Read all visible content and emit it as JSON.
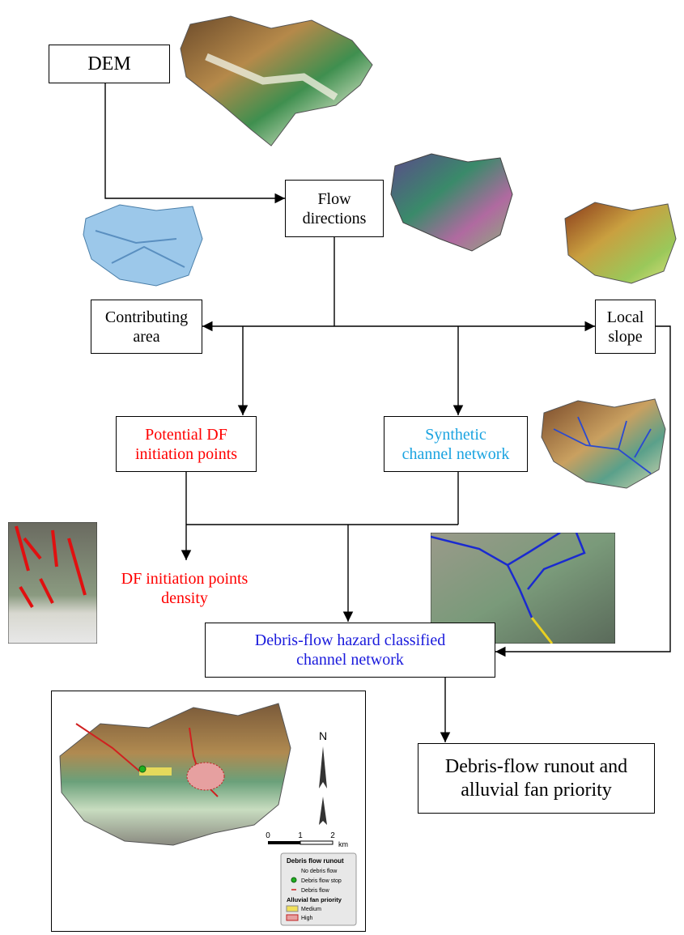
{
  "nodes": {
    "dem": "DEM",
    "flow_directions": "Flow\ndirections",
    "contributing_area": "Contributing\narea",
    "local_slope": "Local\nslope",
    "potential_df": "Potential DF\ninitiation points",
    "synthetic_channel": "Synthetic\nchannel network",
    "df_density": "DF initiation points\ndensity",
    "hazard_channel": "Debris-flow hazard classified\nchannel network",
    "runout": "Debris-flow runout and\nalluvial fan priority"
  },
  "colors": {
    "red_text": "#ff0000",
    "cyan_text": "#1aa3e0",
    "blue_text": "#1a1adc",
    "black_text": "#000000"
  },
  "map": {
    "north_label": "N",
    "scale_labels": [
      "0",
      "1",
      "2",
      "km"
    ],
    "legend_title": "Debris flow runout",
    "legend_items": [
      "No debris flow",
      "Debris flow stop",
      "Debris flow"
    ],
    "legend_fan_title": "Alluvial fan priority",
    "legend_fan_items": [
      "Medium",
      "High"
    ]
  }
}
